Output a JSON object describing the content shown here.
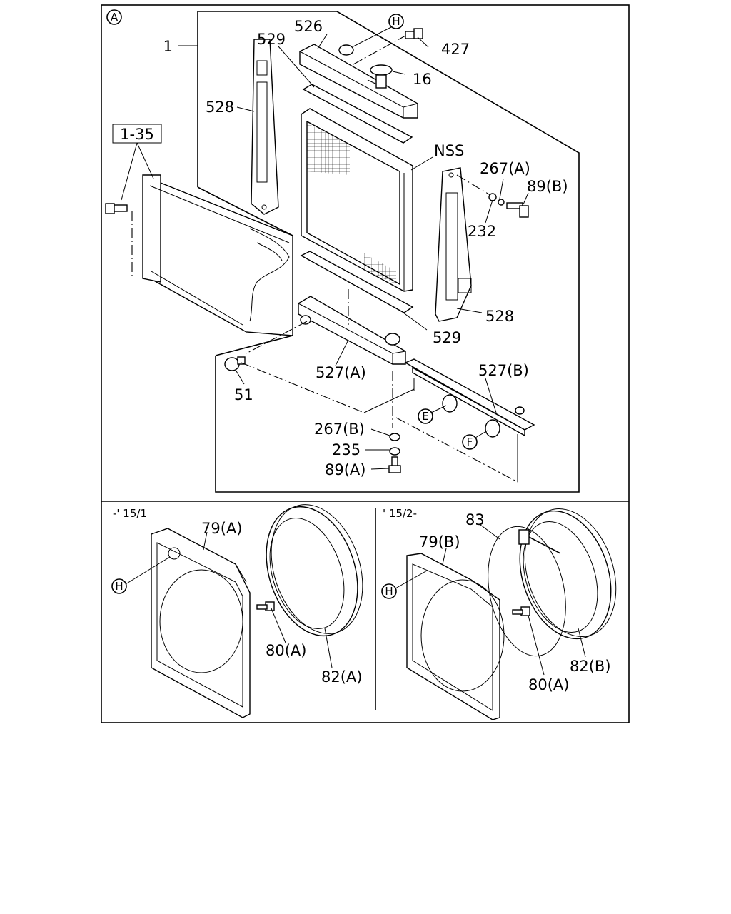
{
  "diagram": {
    "main_section_marker": "A",
    "mesh_note": "NSS",
    "bottom_left_variant": "-' 15/1",
    "bottom_right_variant": "' 15/2-",
    "ref_box": "1-35",
    "callout_letters": {
      "h_top": "H",
      "e": "E",
      "f": "F",
      "h_left": "H",
      "h_right": "H"
    },
    "part_numbers": {
      "p1": "1",
      "p526": "526",
      "p529_top": "529",
      "p427": "427",
      "p16": "16",
      "p528_left": "528",
      "p267a": "267(A)",
      "p89b": "89(B)",
      "p232": "232",
      "p528_right": "528",
      "p529_bottom": "529",
      "p527a": "527(A)",
      "p527b": "527(B)",
      "p51": "51",
      "p267b": "267(B)",
      "p235": "235",
      "p89a": "89(A)",
      "p79a": "79(A)",
      "p80a_left": "80(A)",
      "p82a": "82(A)",
      "p83": "83",
      "p79b": "79(B)",
      "p82b": "82(B)",
      "p80a_right": "80(A)"
    }
  }
}
